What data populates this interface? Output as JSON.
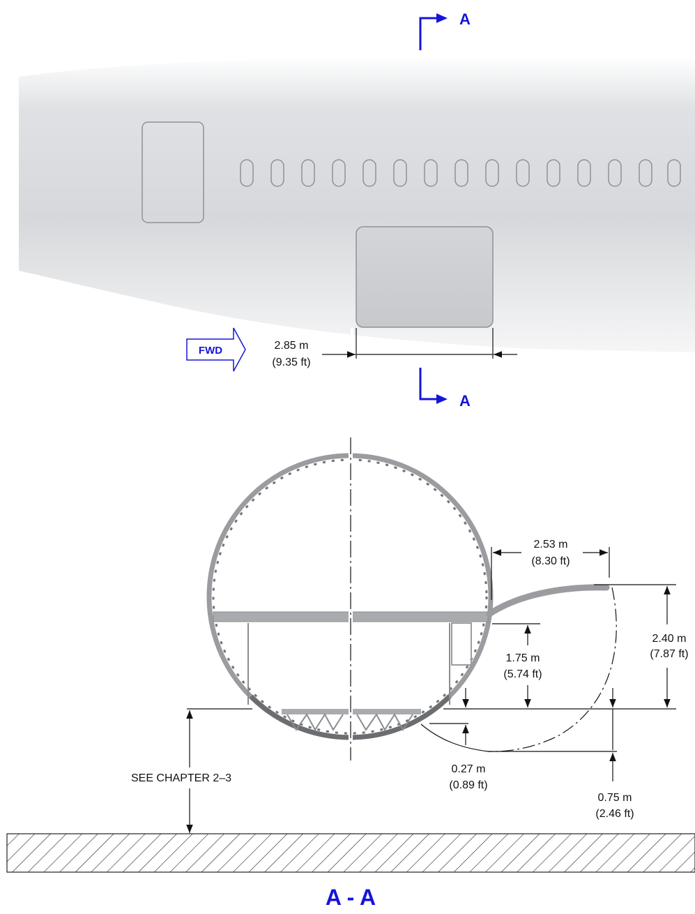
{
  "section_marks": {
    "top": "A",
    "bottom": "A"
  },
  "fwd_label": "FWD",
  "side_view": {
    "door_offset": {
      "metric": "2.85 m",
      "imperial": "(9.35 ft)"
    }
  },
  "section": {
    "width_dim": {
      "metric": "2.53 m",
      "imperial": "(8.30 ft)"
    },
    "open_height": {
      "metric": "2.40 m",
      "imperial": "(7.87 ft)"
    },
    "door_height": {
      "metric": "1.75 m",
      "imperial": "(5.74 ft)"
    },
    "sill_lower": {
      "metric": "0.27 m",
      "imperial": "(0.89 ft)"
    },
    "arc_bottom": {
      "metric": "0.75 m",
      "imperial": "(2.46 ft)"
    },
    "ground_note": "SEE CHAPTER 2–3"
  },
  "section_title": "A - A",
  "colors": {
    "accent_blue": "#1515d8",
    "fuselage": "#dfe1e4"
  }
}
